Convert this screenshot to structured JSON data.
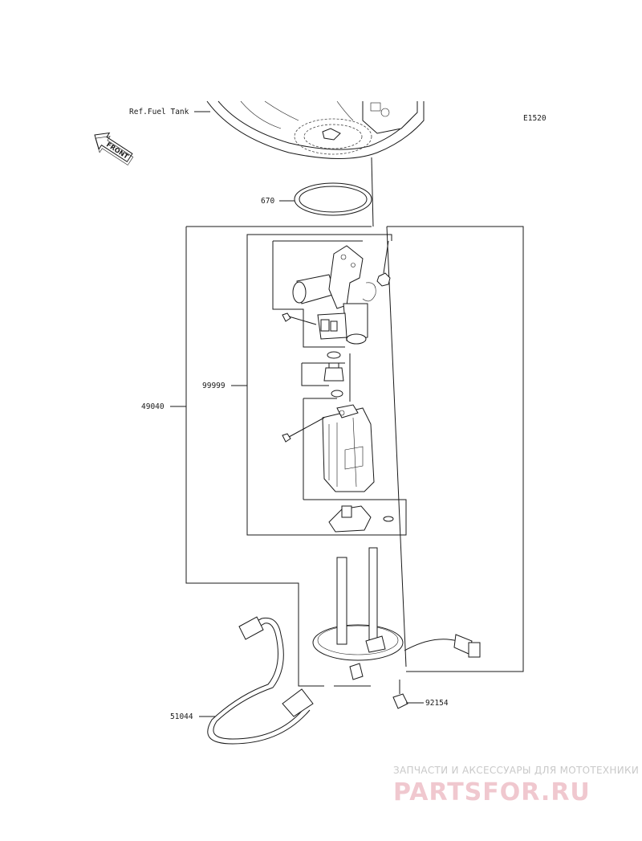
{
  "diagram": {
    "figure_code": "E1520",
    "front_badge": "FRONT",
    "labels": {
      "ref_fuel_tank": "Ref.Fuel Tank",
      "part_670": "670",
      "part_99999": "99999",
      "part_49040": "49040",
      "part_51044": "51044",
      "part_92154": "92154"
    }
  },
  "watermark": {
    "caption": "ЗАПЧАСТИ И АКСЕССУАРЫ ДЛЯ МОТОТЕХНИКИ",
    "logo": "PARTSFOR.RU",
    "logo_color": "#f0c8cf"
  }
}
